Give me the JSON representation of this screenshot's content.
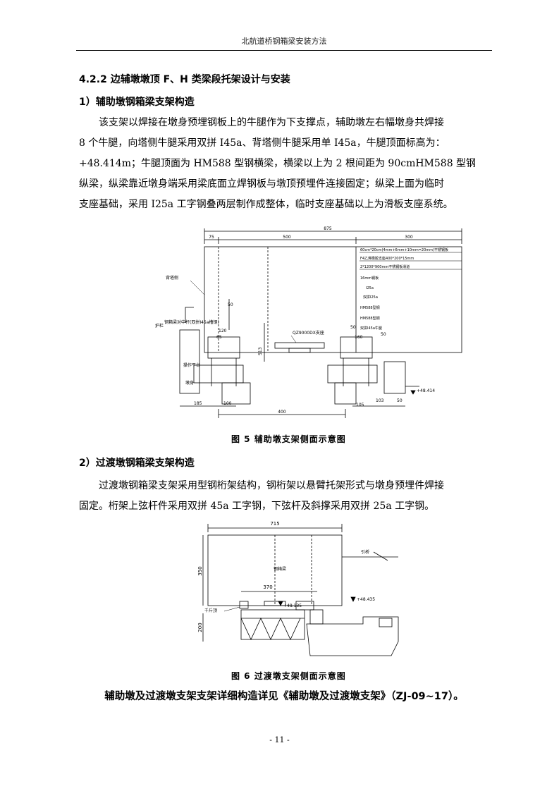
{
  "header": {
    "title": "北航道桥钢箱梁安装方法"
  },
  "section1": {
    "heading": "4.2.2  边辅墩墩顶 F、H 类梁段托架设计与安装",
    "sub1": "1）辅助墩钢箱梁支架构造",
    "para1": [
      "该支架以焊接在墩身预埋钢板上的牛腿作为下支撑点，辅助墩左右幅墩身共焊接",
      "8 个牛腿，向塔侧牛腿采用双拼 I45a、背塔侧牛腿采用单 I45a，牛腿顶面标高为：",
      "+48.414m；牛腿顶面为 HM588 型钢横梁，横梁以上为 2 根间距为 90cmHM588 型钢",
      "纵梁，纵梁靠近墩身端采用梁底面立焊钢板与墩顶预埋件连接固定；纵梁上面为临时",
      "支座基础，采用 I25a 工字钢叠两层制作成整体，临时支座基础以上为滑板支座系统。"
    ]
  },
  "figure5": {
    "caption": "图 5  辅助墩支架侧面示意图",
    "dims": {
      "total": "875",
      "left": "75",
      "mid": "500",
      "right": "300",
      "d50": "50",
      "d120": "120",
      "d65": "65",
      "d513": "513",
      "d50b": "50",
      "d50c": "50",
      "d160": "160",
      "d185": "185",
      "d100": "100",
      "d400": "400",
      "d105": "105",
      "d103": "103",
      "d50d": "50"
    },
    "labels": {
      "tower_side": "背塔侧",
      "guardrail": "护栏",
      "steel_beam": "钢箱梁对中杆(双拼I45a槽钢)",
      "platform": "操作平台",
      "pier": "墩身",
      "bearing": "QZ9000DX支座",
      "elev": "+48.414"
    },
    "legend": [
      "60cm*20cm(4mm+6mm+10mm=20mm)不锈钢板",
      "F4乙烯橡胶支座400*200*15mm",
      "2*1200*900mm不锈钢板滑道",
      "16mm钢板",
      "I25a",
      "双拼I25a",
      "HM588型钢",
      "HM588型钢",
      "双拼I45a牛腿"
    ]
  },
  "section2": {
    "sub2": "2）过渡墩钢箱梁支架构造",
    "para2": [
      "过渡墩钢箱梁支架采用型钢桁架结构，钢桁架以悬臂托架形式与墩身预埋件焊接",
      "固定。桁架上弦杆件采用双拼 45a 工字钢，下弦杆及斜撑采用双拼 25a 工字钢。"
    ]
  },
  "figure6": {
    "caption": "图 6  过渡墩支架侧面示意图",
    "dims": {
      "top": "715",
      "height": "350",
      "base": "370",
      "bottom": "200"
    },
    "labels": {
      "beam": "钢箱梁",
      "approach": "引桥",
      "jack": "千斤顶",
      "elev1": "+48.135",
      "elev2": "+48.435"
    }
  },
  "final_note": "辅助墩及过渡墩支架支架详细构造详见《辅助墩及过渡墩支架》（ZJ-09~17）。",
  "page_number": "- 11 -"
}
